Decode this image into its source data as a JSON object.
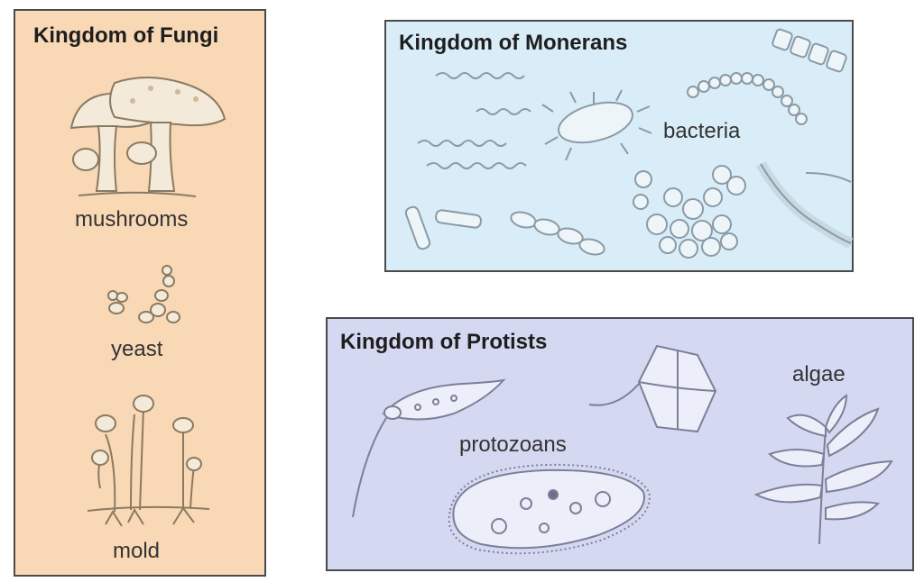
{
  "colors": {
    "fungi_bg": "#f9d8b5",
    "monerans_bg": "#d9edf8",
    "protists_bg": "#d5d8f1",
    "border": "#4a4a4a",
    "ink": "#8a7a62",
    "fill_light": "#f3ead9"
  },
  "fungi": {
    "title": "Kingdom of Fungi",
    "labels": {
      "mushrooms": "mushrooms",
      "yeast": "yeast",
      "mold": "mold"
    }
  },
  "monerans": {
    "title": "Kingdom of Monerans",
    "labels": {
      "bacteria": "bacteria"
    }
  },
  "protists": {
    "title": "Kingdom of Protists",
    "labels": {
      "protozoans": "protozoans",
      "algae": "algae"
    }
  },
  "icons": [
    "mushroom-icon",
    "yeast-icon",
    "mold-icon",
    "bacteria-icon",
    "protozoan-icon",
    "algae-icon"
  ]
}
